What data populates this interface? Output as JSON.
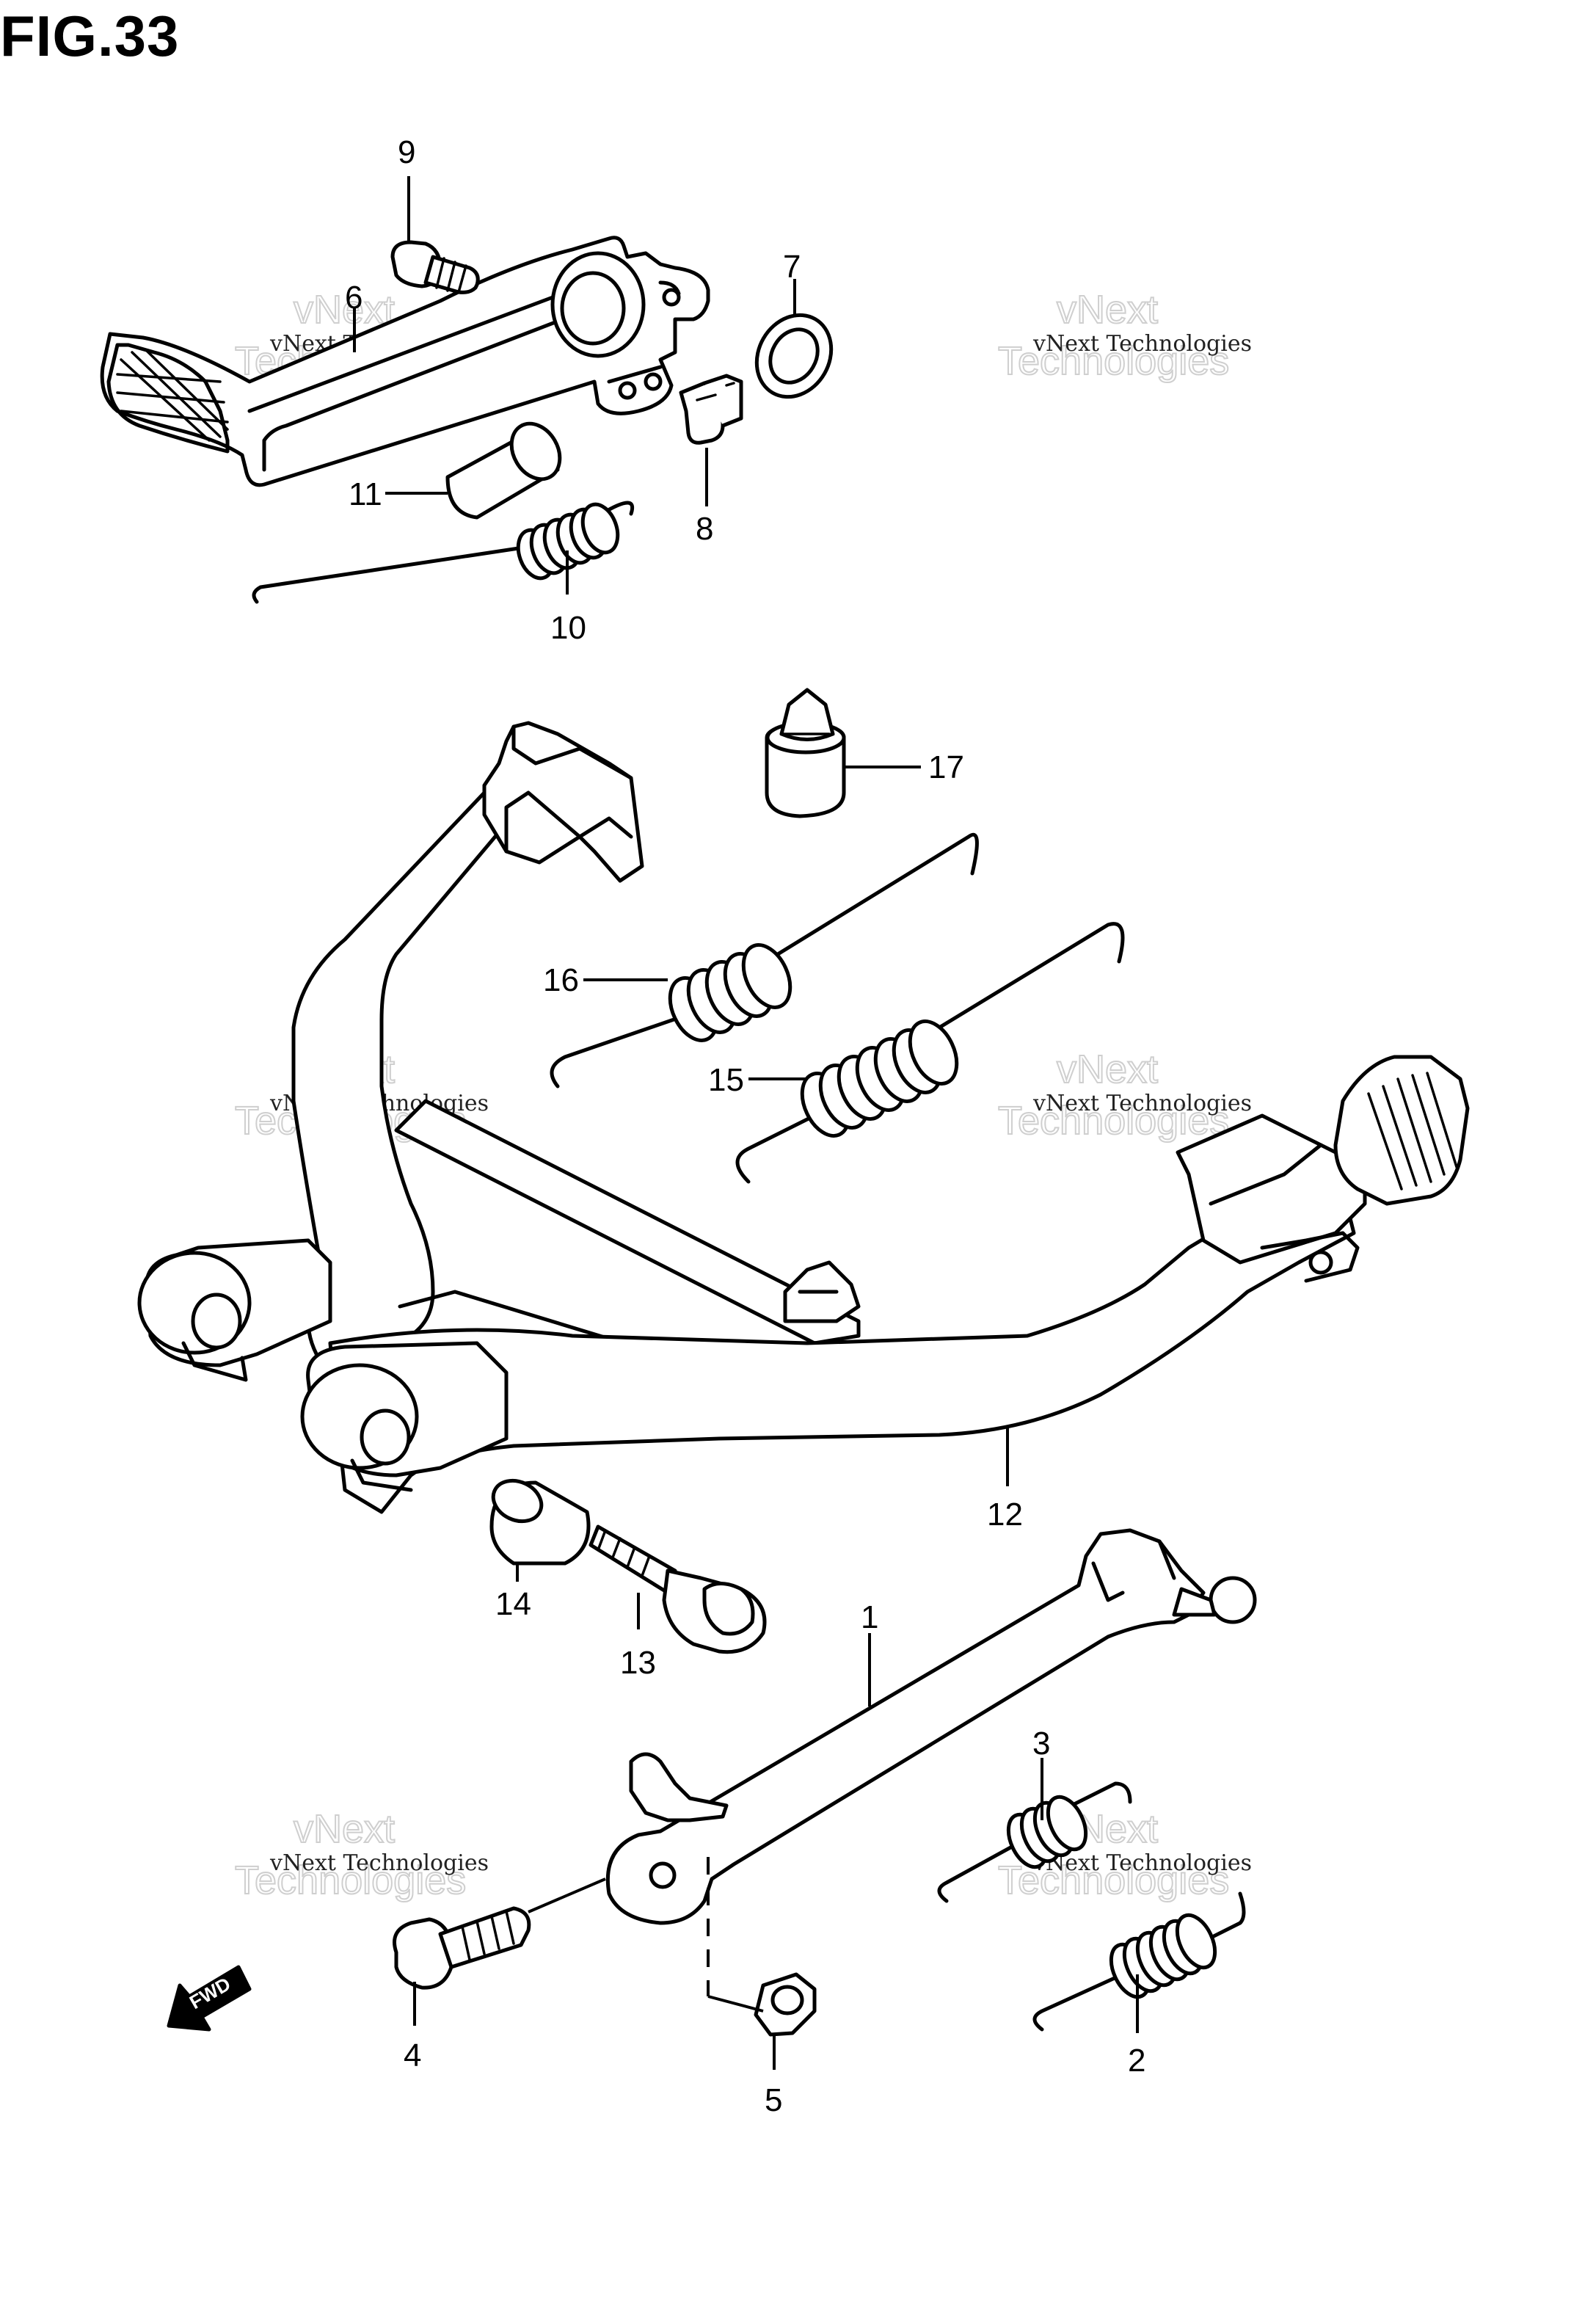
{
  "title": "FIG.33",
  "fwd_label": "FWD",
  "watermark": {
    "small": "vNext Technologies",
    "big_top": "vNext",
    "big_bottom": "Technologies"
  },
  "parts": [
    {
      "ref": "1"
    },
    {
      "ref": "2"
    },
    {
      "ref": "3"
    },
    {
      "ref": "4"
    },
    {
      "ref": "5"
    },
    {
      "ref": "6"
    },
    {
      "ref": "7"
    },
    {
      "ref": "8"
    },
    {
      "ref": "9"
    },
    {
      "ref": "10"
    },
    {
      "ref": "11"
    },
    {
      "ref": "12"
    },
    {
      "ref": "13"
    },
    {
      "ref": "14"
    },
    {
      "ref": "15"
    },
    {
      "ref": "16"
    },
    {
      "ref": "17"
    }
  ]
}
